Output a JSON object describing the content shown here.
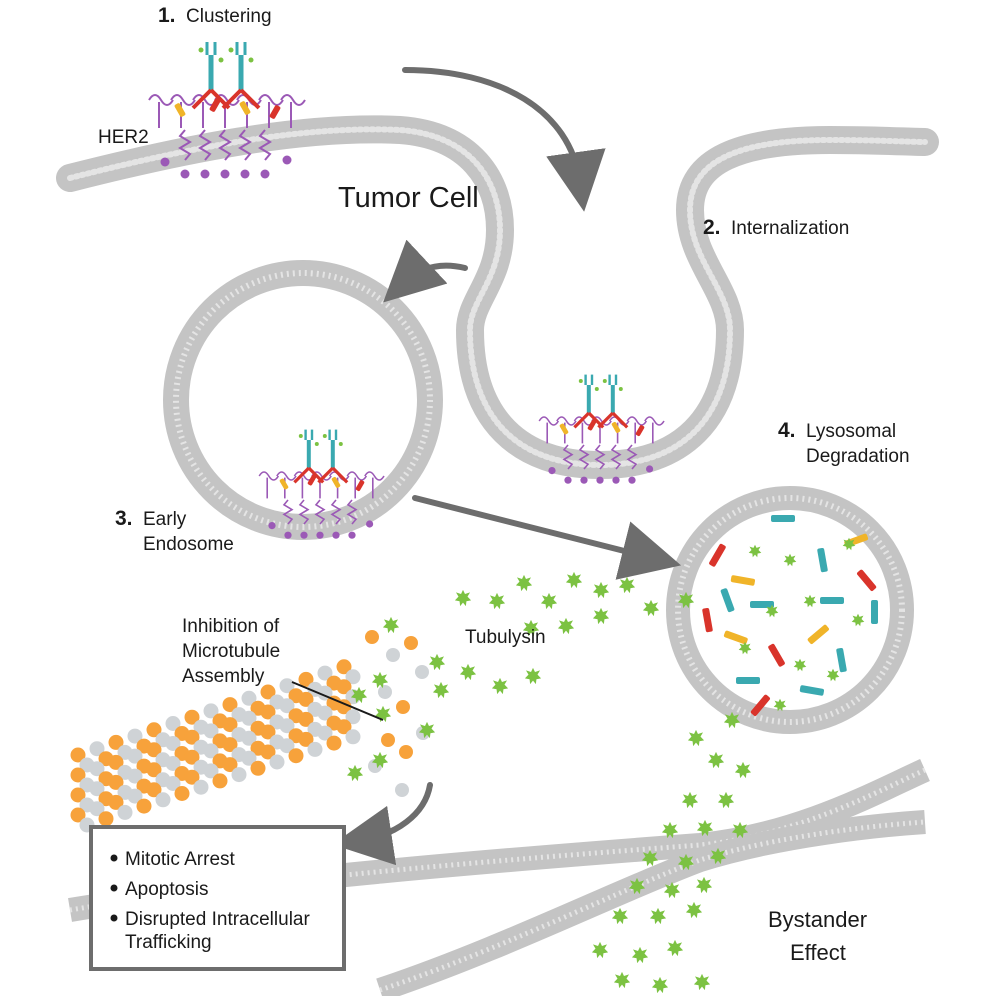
{
  "labels": {
    "step1_num": "1.",
    "step1_text": "Clustering",
    "her2": "HER2",
    "tumor_cell": "Tumor Cell",
    "step2_num": "2.",
    "step2_text": "Internalization",
    "step3_num": "3.",
    "step3_text_line1": "Early",
    "step3_text_line2": "Endosome",
    "step4_num": "4.",
    "step4_text_line1": "Lysosomal",
    "step4_text_line2": "Degradation",
    "inhibition_line1": "Inhibition of",
    "inhibition_line2": "Microtubule",
    "inhibition_line3": "Assembly",
    "tubulysin": "Tubulysin",
    "bystander_line1": "Bystander",
    "bystander_line2": "Effect"
  },
  "effects_box": {
    "items": [
      "Mitotic Arrest",
      "Apoptosis",
      "Disrupted Intracellular",
      "Trafficking"
    ]
  },
  "colors": {
    "membrane": "#c4c4c4",
    "membrane_line": "#dedede",
    "arrow": "#6d6d6d",
    "tubulysin_star": "#7cc242",
    "tubulin_orange": "#f7a23b",
    "tubulin_gray": "#cfd3d6",
    "receptor_purple": "#9b59b6",
    "antibody_teal": "#3aa9b0",
    "linker_red": "#d9342b",
    "linker_yellow": "#f0b429"
  }
}
